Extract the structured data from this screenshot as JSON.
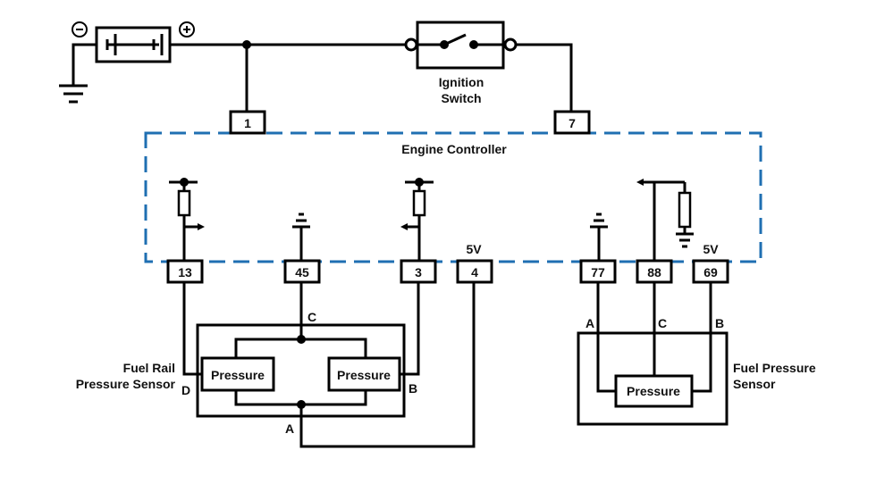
{
  "diagram": {
    "battery": {
      "negative_symbol": "−",
      "positive_symbol": "+"
    },
    "ignition_switch": {
      "label_line1": "Ignition",
      "label_line2": "Switch"
    },
    "engine_controller": {
      "label": "Engine Controller",
      "border_color": "#1f6fb2"
    },
    "top_pins": {
      "battery_pin": "1",
      "ignition_pin": "7"
    },
    "bottom_pins": [
      "13",
      "45",
      "3",
      "4",
      "77",
      "88",
      "69"
    ],
    "voltage_labels": {
      "pin4": "5V",
      "pin69": "5V"
    },
    "fuel_rail_sensor": {
      "label_line1": "Fuel Rail",
      "label_line2": "Pressure Sensor",
      "element_left": "Pressure",
      "element_right": "Pressure",
      "terminals": {
        "top": "C",
        "left": "D",
        "right": "B",
        "bottom": "A"
      }
    },
    "fuel_pressure_sensor": {
      "label_line1": "Fuel Pressure",
      "label_line2": "Sensor",
      "element": "Pressure",
      "terminals": {
        "left": "A",
        "middle": "C",
        "right": "B"
      }
    }
  }
}
